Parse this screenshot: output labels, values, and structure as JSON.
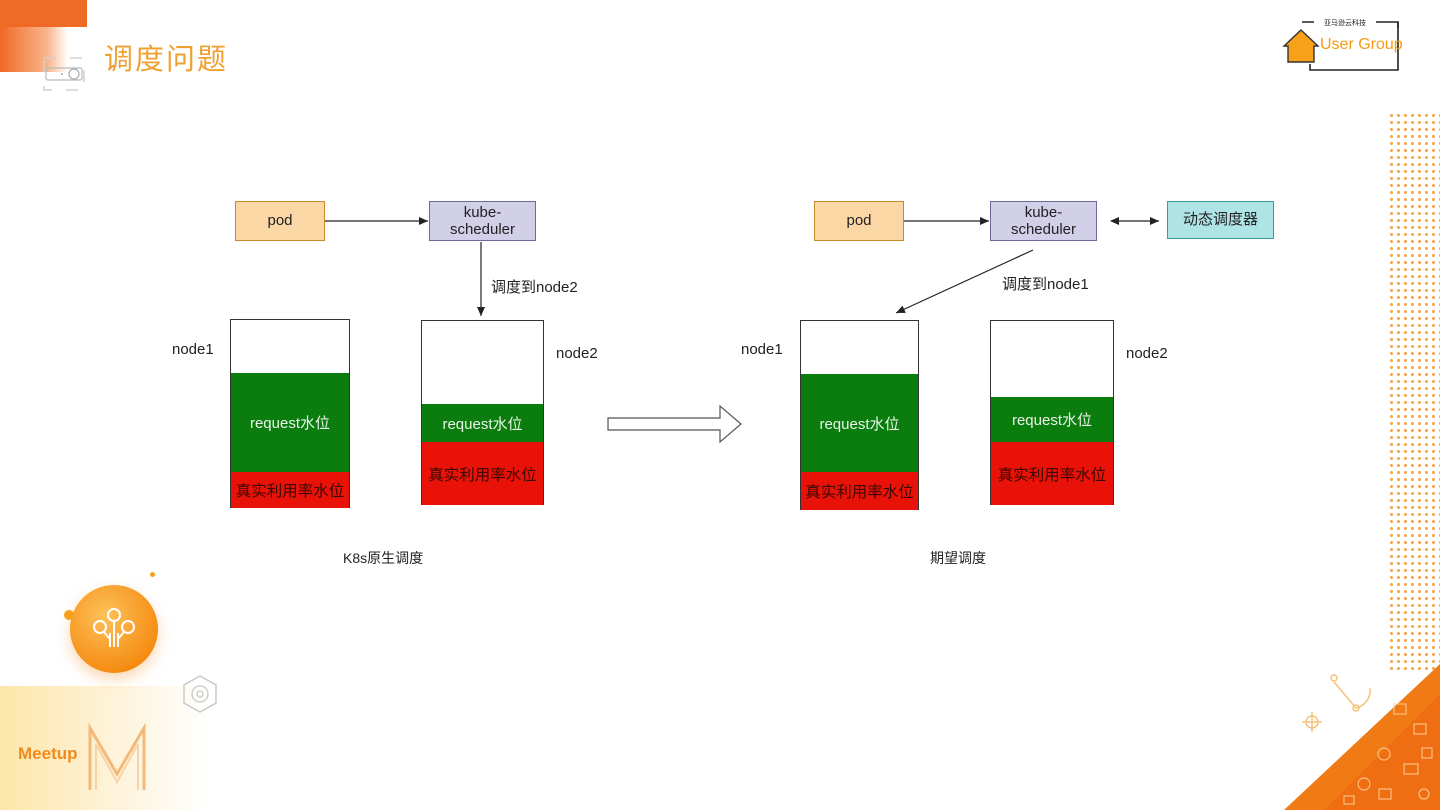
{
  "page": {
    "title": "调度问题"
  },
  "logo": {
    "brand_small": "亚马逊云科技",
    "brand_main": "User Group"
  },
  "meetup": {
    "label": "Meetup"
  },
  "left_diagram": {
    "pod": "pod",
    "scheduler": "kube-\nscheduler",
    "arrow_label": "调度到node2",
    "node1": {
      "name": "node1",
      "request": "request水位",
      "real": "真实利用率水位"
    },
    "node2": {
      "name": "node2",
      "request": "request水位",
      "real": "真实利用率水位"
    },
    "caption": "K8s原生调度"
  },
  "right_diagram": {
    "pod": "pod",
    "scheduler": "kube-\nscheduler",
    "dynamic": "动态调度器",
    "arrow_label": "调度到node1",
    "node1": {
      "name": "node1",
      "request": "request水位",
      "real": "真实利用率水位"
    },
    "node2": {
      "name": "node2",
      "request": "request水位",
      "real": "真实利用率水位"
    },
    "caption": "期望调度"
  },
  "colors": {
    "accent": "#ef6a25",
    "title": "#f0a030",
    "pod_fill": "#fbd7a5",
    "scheduler_fill": "#d2cfe8",
    "dynamic_fill": "#aee4e6",
    "request_green": "#0b7d0f",
    "real_red": "#e81209"
  },
  "icons": [
    "camera-icon",
    "house-logo-icon",
    "network-tree-icon",
    "hexagon-flower-icon",
    "circuit-icon",
    "decorative-icon-pattern"
  ]
}
